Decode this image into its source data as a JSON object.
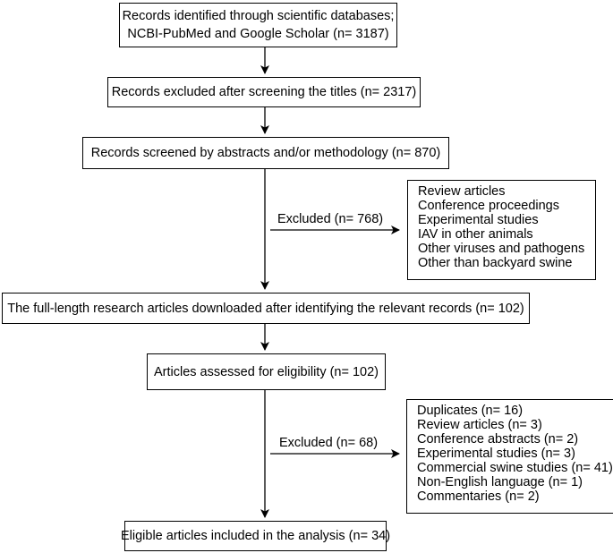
{
  "flowchart": {
    "records_identified": {
      "line1": "Records identified through scientific databases;",
      "line2": "NCBI-PubMed and Google Scholar (n= 3187)"
    },
    "records_excluded_titles": "Records excluded after screening the titles (n= 2317)",
    "records_screened": "Records screened by abstracts and/or methodology (n= 870)",
    "first_exclusion": {
      "label": "Excluded (n= 768)",
      "reasons": [
        "Review articles",
        "Conference proceedings",
        "Experimental studies",
        "IAV in other animals",
        "Other viruses and pathogens",
        "Other than backyard swine"
      ]
    },
    "full_length_articles": "The full-length research articles downloaded after identifying the relevant records (n= 102)",
    "assessed_eligibility": "Articles assessed for eligibility (n= 102)",
    "second_exclusion": {
      "label": "Excluded (n= 68)",
      "reasons": [
        "Duplicates (n= 16)",
        "Review articles (n= 3)",
        "Conference abstracts (n= 2)",
        "Experimental studies (n= 3)",
        "Commercial swine studies (n= 41)",
        "Non-English language (n= 1)",
        "Commentaries (n= 2)"
      ]
    },
    "eligible_articles": "Eligible articles included in the analysis (n= 34)"
  }
}
